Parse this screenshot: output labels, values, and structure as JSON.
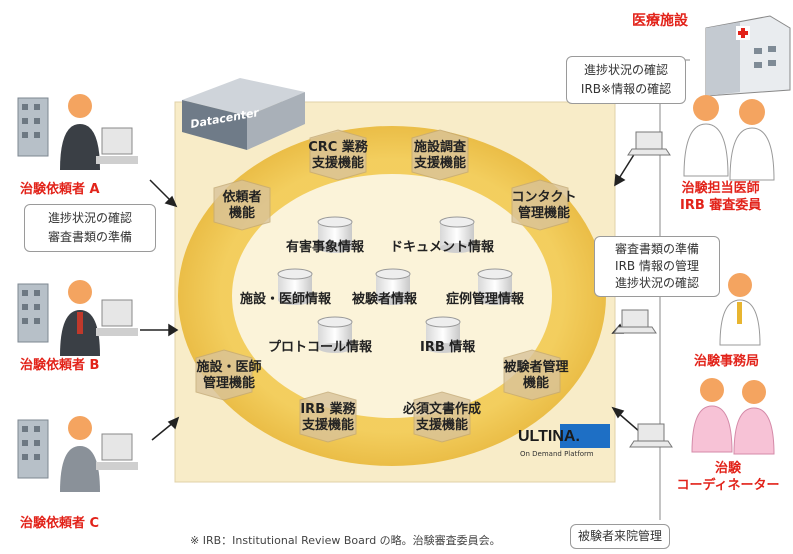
{
  "datacenter_label": "Datacenter",
  "logo": {
    "name": "ULTINA.",
    "tagline": "On Demand Platform"
  },
  "functions": [
    {
      "id": "crc",
      "line1": "CRC 業務",
      "line2": "支援機能"
    },
    {
      "id": "site-survey",
      "line1": "施設調査",
      "line2": "支援機能"
    },
    {
      "id": "sponsor",
      "line1": "依頼者",
      "line2": "機能"
    },
    {
      "id": "contact",
      "line1": "コンタクト",
      "line2": "管理機能"
    },
    {
      "id": "site-doctor",
      "line1": "施設・医師",
      "line2": "管理機能"
    },
    {
      "id": "subject-mgmt",
      "line1": "被験者管理",
      "line2": "機能"
    },
    {
      "id": "irb",
      "line1": "IRB 業務",
      "line2": "支援機能"
    },
    {
      "id": "essential-docs",
      "line1": "必須文書作成",
      "line2": "支援機能"
    }
  ],
  "databases": [
    {
      "id": "adverse-events",
      "label": "有害事象情報"
    },
    {
      "id": "documents",
      "label": "ドキュメント情報"
    },
    {
      "id": "site-doctor-info",
      "label": "施設・医師情報"
    },
    {
      "id": "subject-info",
      "label": "被験者情報"
    },
    {
      "id": "case-mgmt",
      "label": "症例管理情報"
    },
    {
      "id": "protocol",
      "label": "プロトコール情報"
    },
    {
      "id": "irb-info",
      "label": "IRB 情報"
    }
  ],
  "sponsors": [
    {
      "id": "a",
      "label": "治験依頼者 A"
    },
    {
      "id": "b",
      "label": "治験依頼者 B"
    },
    {
      "id": "c",
      "label": "治験依頼者 C"
    }
  ],
  "sponsor_note": [
    "進捗状況の確認",
    "審査書類の準備"
  ],
  "medical_facility": "医療施設",
  "facility_note": [
    "進捗状況の確認",
    "IRB※情報の確認"
  ],
  "doctor_label": [
    "治験担当医師",
    "IRB 審査委員"
  ],
  "office_note": [
    "審査書類の準備",
    "IRB 情報の管理",
    "進捗状況の確認"
  ],
  "office_label": "治験事務局",
  "coordinator_label": [
    "治験",
    "コーディネーター"
  ],
  "subject_visit_note": "被験者来院管理",
  "footnote": "※ IRB：Institutional Review Board の略。治験審査委員会。"
}
